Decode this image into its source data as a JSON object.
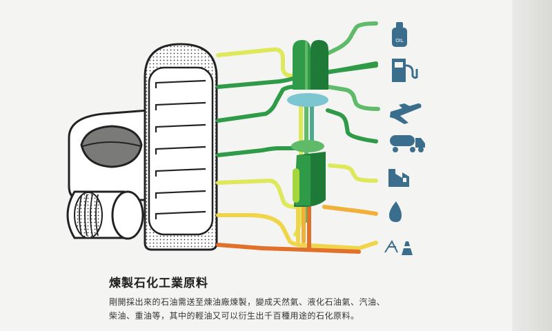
{
  "caption": {
    "title": "煉製石化工業原料",
    "line1": "剛開採出來的石油需送至煉油廠煉製，變成天然氣、液化石油氣、汽油、",
    "line2": "柴油、重油等，其中的輕油又可以衍生出千百種用途的石化原料。"
  },
  "icons": {
    "oil_bottle_label": "OIL",
    "names": [
      "oil-bottle-icon",
      "gas-pump-icon",
      "airplane-icon",
      "tanker-truck-icon",
      "factory-icon",
      "oil-drop-icon",
      "road-cone-icon"
    ]
  },
  "colors": {
    "pale_yellow": "#dde85a",
    "yellow": "#f0d54a",
    "orange_yellow": "#f0b03a",
    "orange": "#e0702a",
    "green": "#2f9a48",
    "mid_green": "#5fba6a",
    "teal": "#4fa890",
    "light_blue": "#7cc6d2",
    "icon_blue": "#3a6e8c"
  }
}
